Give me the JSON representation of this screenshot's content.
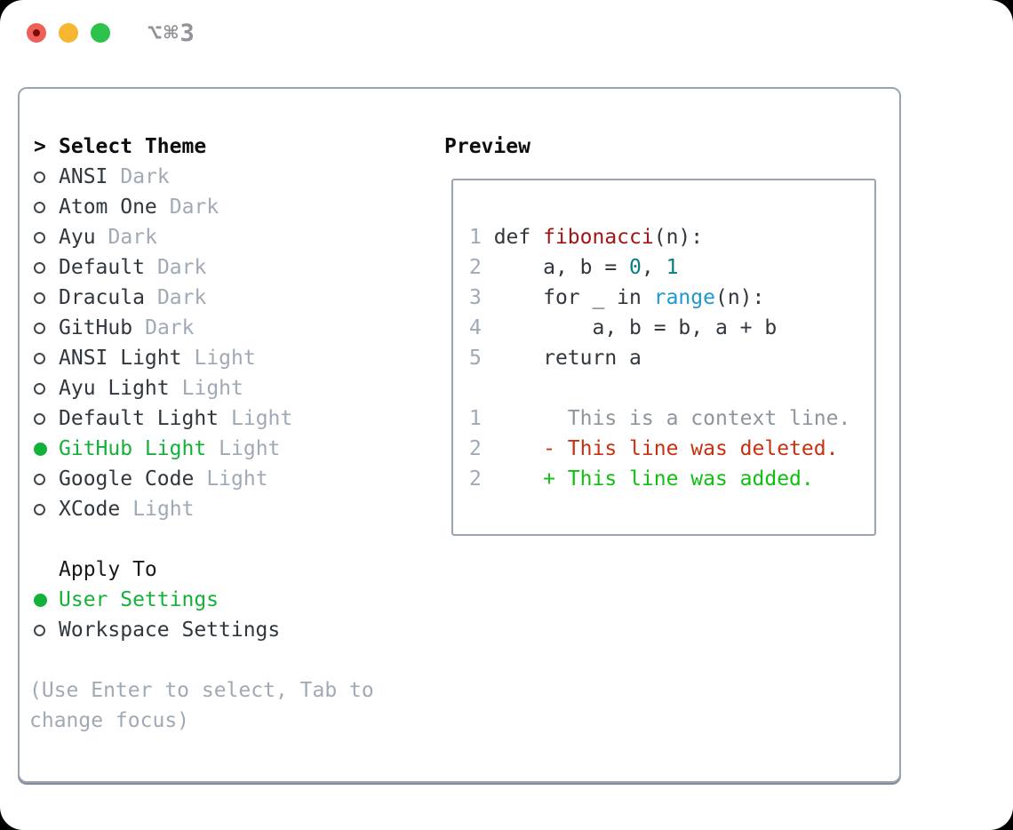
{
  "titlebar": {
    "title": "⌥⌘3"
  },
  "theme_picker": {
    "prompt": ">",
    "heading": "Select Theme",
    "themes": [
      {
        "label": "ANSI",
        "tag": "Dark",
        "selected": false
      },
      {
        "label": "Atom One",
        "tag": "Dark",
        "selected": false
      },
      {
        "label": "Ayu",
        "tag": "Dark",
        "selected": false
      },
      {
        "label": "Default",
        "tag": "Dark",
        "selected": false
      },
      {
        "label": "Dracula",
        "tag": "Dark",
        "selected": false
      },
      {
        "label": "GitHub",
        "tag": "Dark",
        "selected": false
      },
      {
        "label": "ANSI Light",
        "tag": "Light",
        "selected": false
      },
      {
        "label": "Ayu Light",
        "tag": "Light",
        "selected": false
      },
      {
        "label": "Default Light",
        "tag": "Light",
        "selected": false
      },
      {
        "label": "GitHub Light",
        "tag": "Light",
        "selected": true
      },
      {
        "label": "Google Code",
        "tag": "Light",
        "selected": false
      },
      {
        "label": "XCode",
        "tag": "Light",
        "selected": false
      }
    ]
  },
  "apply_to": {
    "heading": "Apply To",
    "options": [
      {
        "label": "User Settings",
        "selected": true
      },
      {
        "label": "Workspace Settings",
        "selected": false
      }
    ]
  },
  "hint": "(Use Enter to select, Tab to change focus)",
  "preview": {
    "heading": "Preview",
    "lines": [
      {
        "n": "1",
        "tokens": [
          {
            "t": "def ",
            "c": "fg"
          },
          {
            "t": "fibonacci",
            "c": "func"
          },
          {
            "t": "(n):",
            "c": "fg"
          }
        ]
      },
      {
        "n": "2",
        "tokens": [
          {
            "t": "    a, b = ",
            "c": "fg"
          },
          {
            "t": "0",
            "c": "num"
          },
          {
            "t": ", ",
            "c": "fg"
          },
          {
            "t": "1",
            "c": "num"
          }
        ]
      },
      {
        "n": "3",
        "tokens": [
          {
            "t": "    for _ in ",
            "c": "fg"
          },
          {
            "t": "range",
            "c": "builtin"
          },
          {
            "t": "(n):",
            "c": "fg"
          }
        ]
      },
      {
        "n": "4",
        "tokens": [
          {
            "t": "        a, b = b, a + b",
            "c": "fg"
          }
        ]
      },
      {
        "n": "5",
        "tokens": [
          {
            "t": "    return a",
            "c": "fg"
          }
        ]
      },
      {
        "n": "",
        "tokens": []
      },
      {
        "n": "1",
        "tokens": [
          {
            "t": "      This is a context line.",
            "c": "ctx"
          }
        ]
      },
      {
        "n": "2",
        "tokens": [
          {
            "t": "    - This line was deleted.",
            "c": "del"
          }
        ]
      },
      {
        "n": "2",
        "tokens": [
          {
            "t": "    + This line was added.",
            "c": "add"
          }
        ]
      }
    ]
  },
  "colors": {
    "selection_green": "#14b13a",
    "diff_added_green": "#10c010",
    "diff_deleted_red": "#c8300f",
    "context_gray": "#8e959c",
    "line_number_gray": "#9fa9b6",
    "tag_gray": "#a0aab6",
    "hint_gray": "#a1aab4",
    "text_dark": "#30373e",
    "heading_black": "#0b0d0f",
    "function_red": "#a31413",
    "number_teal": "#067f80",
    "builtin_blue": "#1f98d3",
    "panel_border": "#9aa5b1",
    "titlebar_gray": "#909399",
    "traffic_red": "#f0605a",
    "traffic_yellow": "#f6b62f",
    "traffic_green": "#2dc24b"
  }
}
